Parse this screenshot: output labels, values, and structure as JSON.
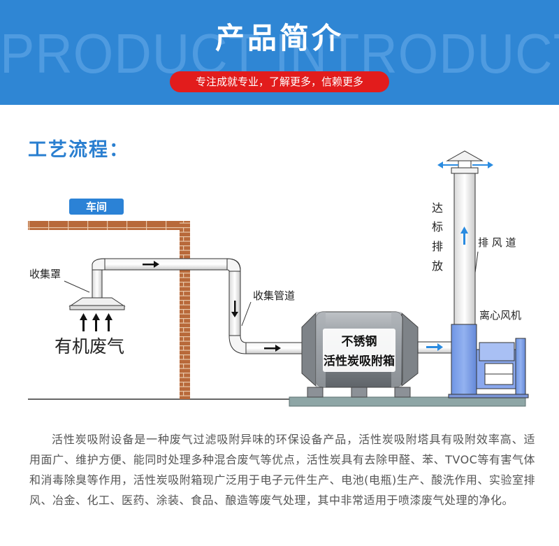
{
  "banner": {
    "bg_text": "PRODUCT INTRODUCTION",
    "title": "产品简介",
    "subtitle": "专注成就专业，了解更多，信赖更多",
    "colors": {
      "background": "#2f86d4",
      "pill": "#e21c1c"
    }
  },
  "section": {
    "heading": "工艺流程："
  },
  "diagram": {
    "workshop_label": "车间",
    "hood_label": "收集罩",
    "source_label": "有机废气",
    "pipe_label": "收集管道",
    "box_line1": "不锈钢",
    "box_line2": "活性炭吸附箱",
    "fan_label": "离心风机",
    "duct_label": "排 风 道",
    "discharge_chars": [
      "达",
      "标",
      "排",
      "放"
    ],
    "colors": {
      "brick": "#b86a3a",
      "fan_blue": "#7ea1e8",
      "flow_arrow": "#2a8be0"
    }
  },
  "description": {
    "text": "活性炭吸附设备是一种废气过滤吸附异味的环保设备产品，活性炭吸附塔具有吸附效率高、适用面广、维护方便、能同时处理多种混合废气等优点，活性炭具有去除甲醛、苯、TVOC等有害气体和消毒除臭等作用，活性炭吸附箱现广泛用于电子元件生产、电池(电瓶)生产、酸洗作用、实验室排风、冶金、化工、医药、涂装、食品、酿造等废气处理，其中非常适用于喷漆废气处理的净化。"
  }
}
